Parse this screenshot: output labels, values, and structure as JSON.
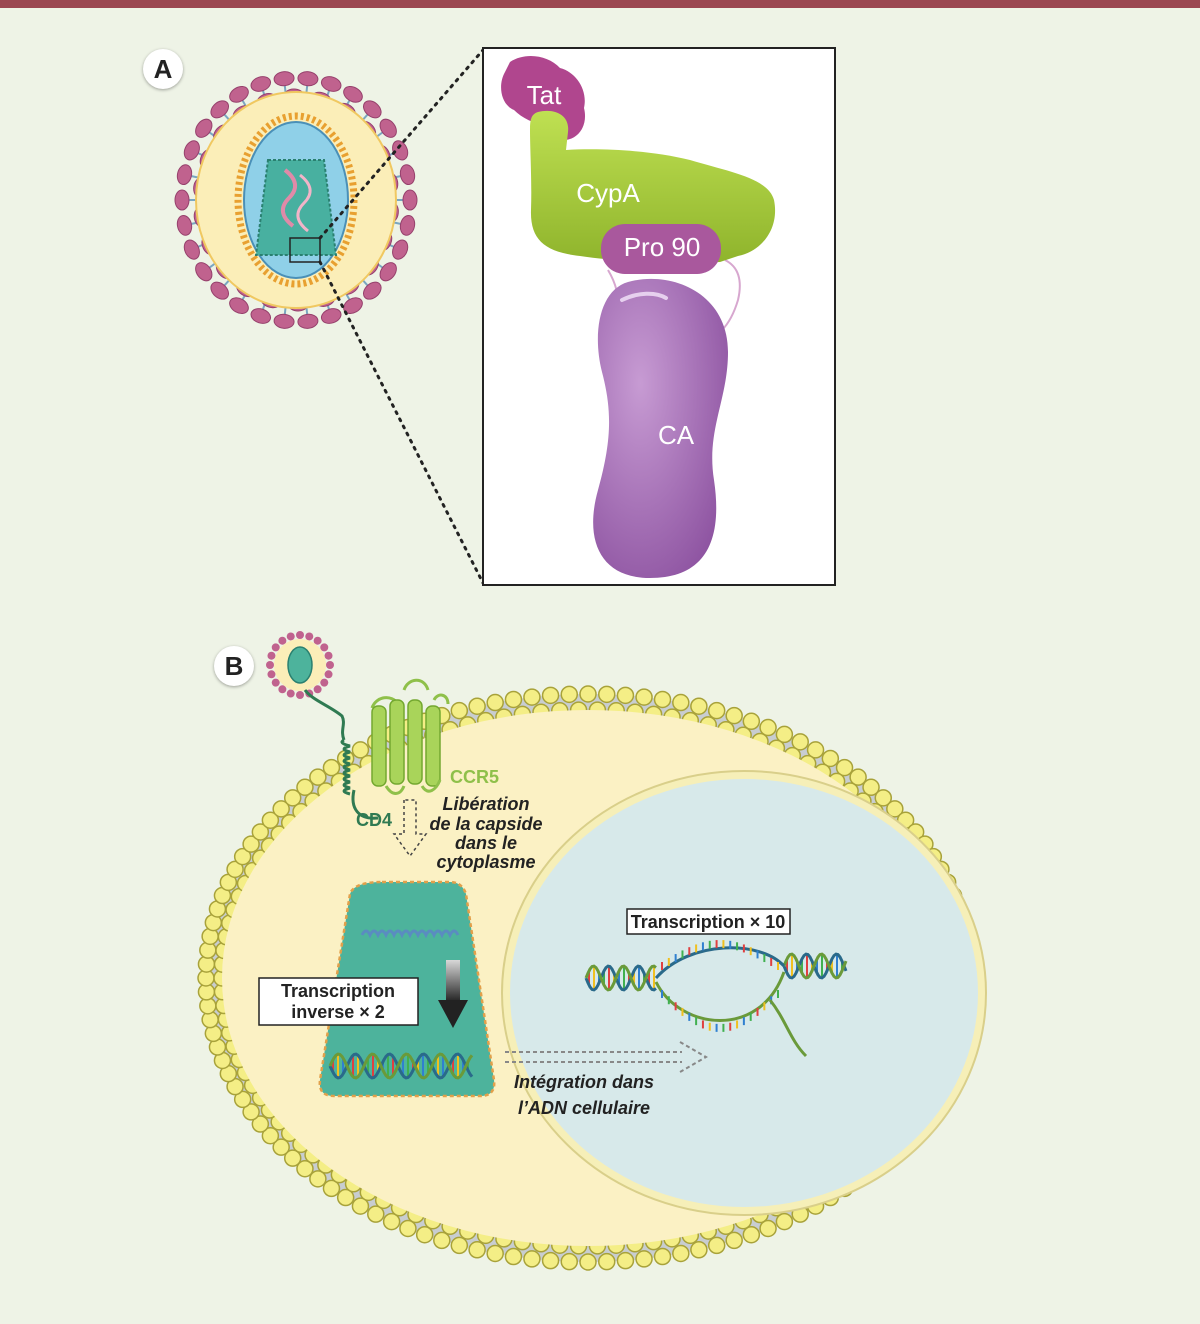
{
  "colors": {
    "top_bar": "#9b4751",
    "background": "#eef3e6",
    "tat": "#b0468e",
    "cypa": "#a8cc3c",
    "pro90": "#a9589d",
    "ca": "#a871b8",
    "cd4": "#2f7a52",
    "ccr5": "#8fc04a",
    "cytoplasm": "#fbf1c4",
    "nucleus": "#d7e9ea",
    "capsid": "#4db39c"
  },
  "panel_a": {
    "badge": "A",
    "labels": {
      "tat": "Tat",
      "cypa": "CypA",
      "pro90": "Pro 90",
      "ca": "CA"
    }
  },
  "panel_b": {
    "badge": "B",
    "labels": {
      "ccr5": "CCR5",
      "cd4": "CD4",
      "liberation": [
        "Libération",
        "de la capside",
        "dans le",
        "cytoplasme"
      ],
      "rt": [
        "Transcription",
        "inverse × 2"
      ],
      "transcription": "Transcription × 10",
      "integration": [
        "Intégration dans",
        "l’ADN cellulaire"
      ]
    }
  }
}
